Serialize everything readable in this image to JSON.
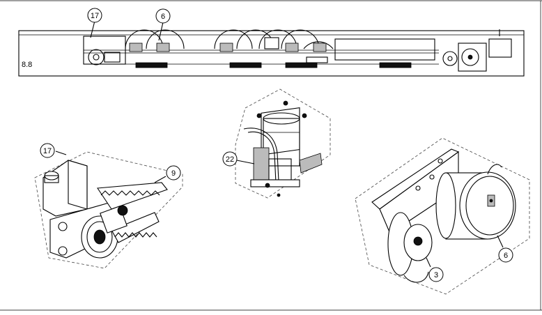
{
  "callouts": {
    "top_motor": "17",
    "top_roller": "6",
    "bracket": "17",
    "belt": "9",
    "lock_unit": "22",
    "wheel": "3",
    "encoder": "6"
  },
  "track_marker": "8.8"
}
